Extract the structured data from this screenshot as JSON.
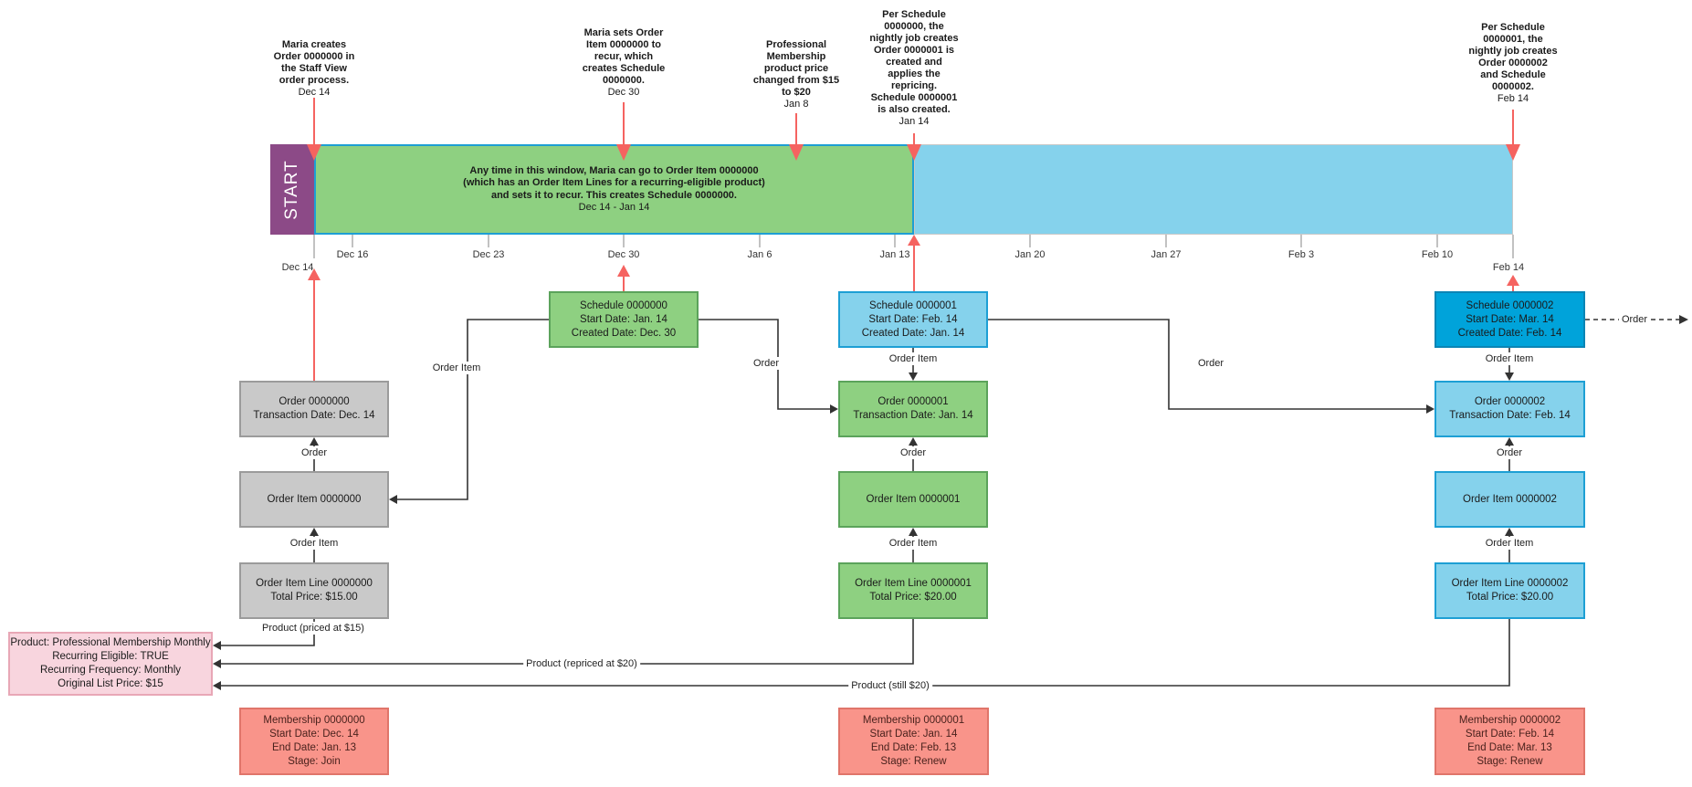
{
  "annotations": [
    {
      "text": "Maria creates\nOrder 0000000 in\nthe Staff View\norder process.",
      "date": "Dec 14"
    },
    {
      "text": "Maria sets Order\nItem 0000000 to\nrecur, which\ncreates Schedule\n0000000.",
      "date": "Dec 30"
    },
    {
      "text": "Professional\nMembership\nproduct price\nchanged from $15\nto $20",
      "date": "Jan 8"
    },
    {
      "text": "Per Schedule\n0000000, the\nnightly job creates\nOrder 0000001 is\ncreated and\napplies the\nrepricing.\nSchedule 0000001\nis also created.",
      "date": "Jan 14"
    },
    {
      "text": "Per Schedule\n0000001, the\nnightly job creates\nOrder 0000002\nand Schedule\n0000002.",
      "date": "Feb 14"
    }
  ],
  "timeline": {
    "start_label": "START",
    "window_text": "Any time in this window, Maria can go to Order Item 0000000\n(which has an Order Item Lines for a recurring-eligible product)\nand sets it to recur. This creates Schedule 0000000.",
    "window_dates": "Dec 14 - Jan 14",
    "ticks": [
      "Dec 16",
      "Dec 23",
      "Dec 30",
      "Jan 6",
      "Jan 13",
      "Jan 20",
      "Jan 27",
      "Feb 3",
      "Feb 10"
    ],
    "start_date_label": "Dec 14",
    "end_date_label": "Feb 14"
  },
  "edge_labels": {
    "order": "Order",
    "order_item": "Order Item",
    "product_priced": "Product (priced at $15)",
    "product_repriced": "Product (repriced at $20)",
    "product_still": "Product (still $20)"
  },
  "boxes": {
    "schedules": [
      {
        "lines": [
          "Schedule 0000000",
          "Start Date: Jan. 14",
          "Created Date: Dec. 30"
        ]
      },
      {
        "lines": [
          "Schedule 0000001",
          "Start Date: Feb. 14",
          "Created Date: Jan. 14"
        ]
      },
      {
        "lines": [
          "Schedule 0000002",
          "Start Date: Mar. 14",
          "Created Date: Feb. 14"
        ]
      }
    ],
    "orders": [
      {
        "lines": [
          "Order 0000000",
          "Transaction Date: Dec. 14"
        ]
      },
      {
        "lines": [
          "Order 0000001",
          "Transaction Date: Jan. 14"
        ]
      },
      {
        "lines": [
          "Order 0000002",
          "Transaction Date: Feb. 14"
        ]
      }
    ],
    "order_items": [
      {
        "lines": [
          "Order Item 0000000"
        ]
      },
      {
        "lines": [
          "Order Item 0000001"
        ]
      },
      {
        "lines": [
          "Order Item 0000002"
        ]
      }
    ],
    "order_item_lines": [
      {
        "lines": [
          "Order Item Line 0000000",
          "Total Price: $15.00"
        ]
      },
      {
        "lines": [
          "Order Item Line 0000001",
          "Total Price: $20.00"
        ]
      },
      {
        "lines": [
          "Order Item Line 0000002",
          "Total Price: $20.00"
        ]
      }
    ],
    "memberships": [
      {
        "lines": [
          "Membership 0000000",
          "Start Date: Dec. 14",
          "End Date: Jan. 13",
          "Stage: Join"
        ]
      },
      {
        "lines": [
          "Membership 0000001",
          "Start Date: Jan. 14",
          "End Date: Feb. 13",
          "Stage: Renew"
        ]
      },
      {
        "lines": [
          "Membership 0000002",
          "Start Date: Feb. 14",
          "End Date: Mar. 13",
          "Stage: Renew"
        ]
      }
    ],
    "product": {
      "lines": [
        "Product: Professional Membership Monthly",
        "Recurring Eligible: TRUE",
        "Recurring Frequency: Monthly",
        "Original List Price: $15"
      ]
    }
  },
  "colors": {
    "start_purple": "#8c4a87",
    "green_fill": "#8ed081",
    "green_border": "#5ba35b",
    "cyan_border": "#1d9fd4",
    "blue_fill": "#85d2ec",
    "darkblue_fill": "#00a3da",
    "gray_fill": "#c9c9c9",
    "salmon_fill": "#f9948a",
    "pink_fill": "#f8d5de",
    "red_arrow": "#f56360",
    "connector": "#333333"
  }
}
